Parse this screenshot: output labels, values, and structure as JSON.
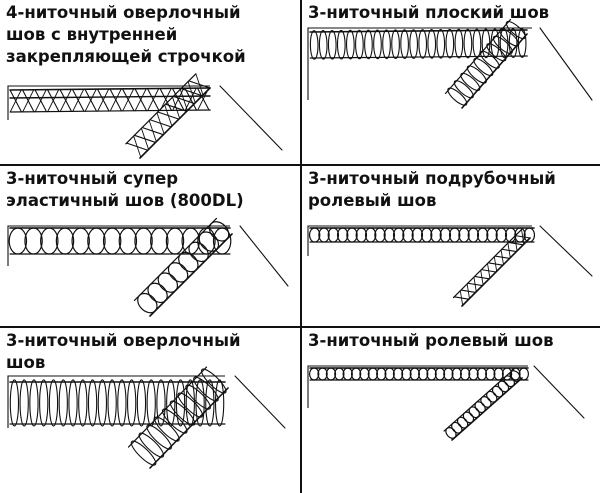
{
  "stitch_types": [
    {
      "title": "4-ниточный оверлочный\nшов с внутренней\nзакрепляющей строчкой"
    },
    {
      "title": "3-ниточный плоский шов"
    },
    {
      "title": "3-ниточный супер\nэластичный шов (800DL)"
    },
    {
      "title": "3-ниточный подрубочный\nролевый шов"
    },
    {
      "title": "3-ниточный оверлочный\nшов"
    },
    {
      "title": "3-ниточный ролевый шов"
    }
  ],
  "colors": {
    "ink": "#111111",
    "paper": "#ffffff"
  }
}
